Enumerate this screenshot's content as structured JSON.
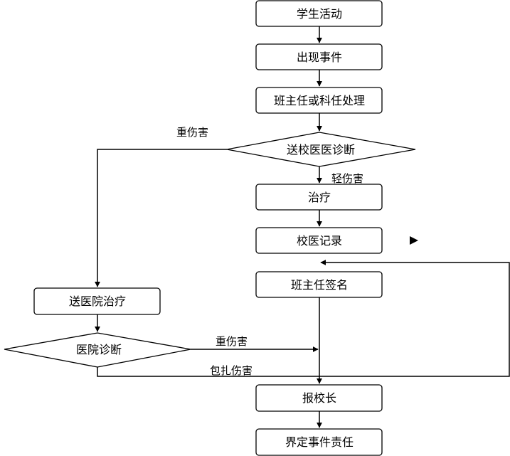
{
  "nodes": {
    "student_activity": "学生活动",
    "incident": "出现事件",
    "teacher_handle": "班主任或科任处理",
    "school_doctor_diag": "送校医医诊断",
    "treatment": "治疗",
    "school_doctor_record": "校医记录",
    "teacher_sign": "班主任签名",
    "send_hospital": "送医院治疗",
    "hospital_diag": "医院诊断",
    "report_principal": "报校长",
    "define_responsibility": "界定事件责任"
  },
  "edge_labels": {
    "severe_1": "重伤害",
    "minor": "轻伤害",
    "severe_2": "重伤害",
    "bandage": "包扎伤害"
  }
}
